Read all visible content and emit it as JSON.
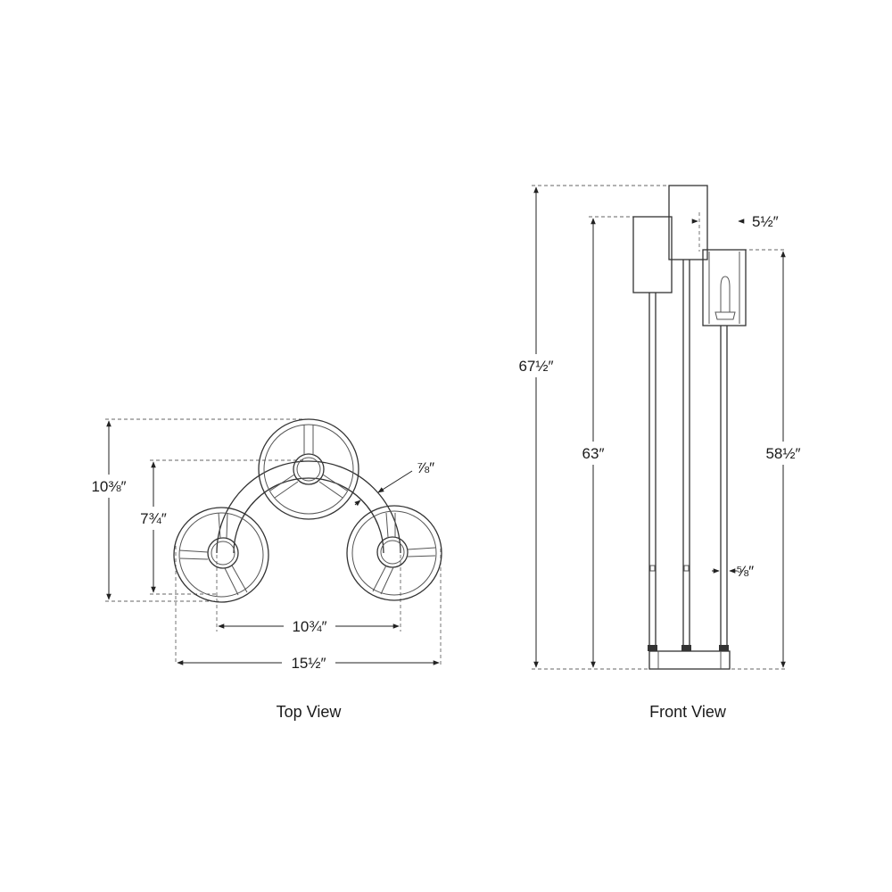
{
  "top_view": {
    "caption": "Top View",
    "dimensions": {
      "overall_depth": "10⅜″",
      "inner_depth": "7¾″",
      "arm_thickness": "⅞″",
      "center_width": "10¾″",
      "overall_width": "15½″"
    }
  },
  "front_view": {
    "caption": "Front View",
    "dimensions": {
      "overall_height": "67½″",
      "left_height": "63″",
      "right_height": "58½″",
      "shade_offset": "5½″",
      "stem_diameter": "⅝″"
    }
  }
}
